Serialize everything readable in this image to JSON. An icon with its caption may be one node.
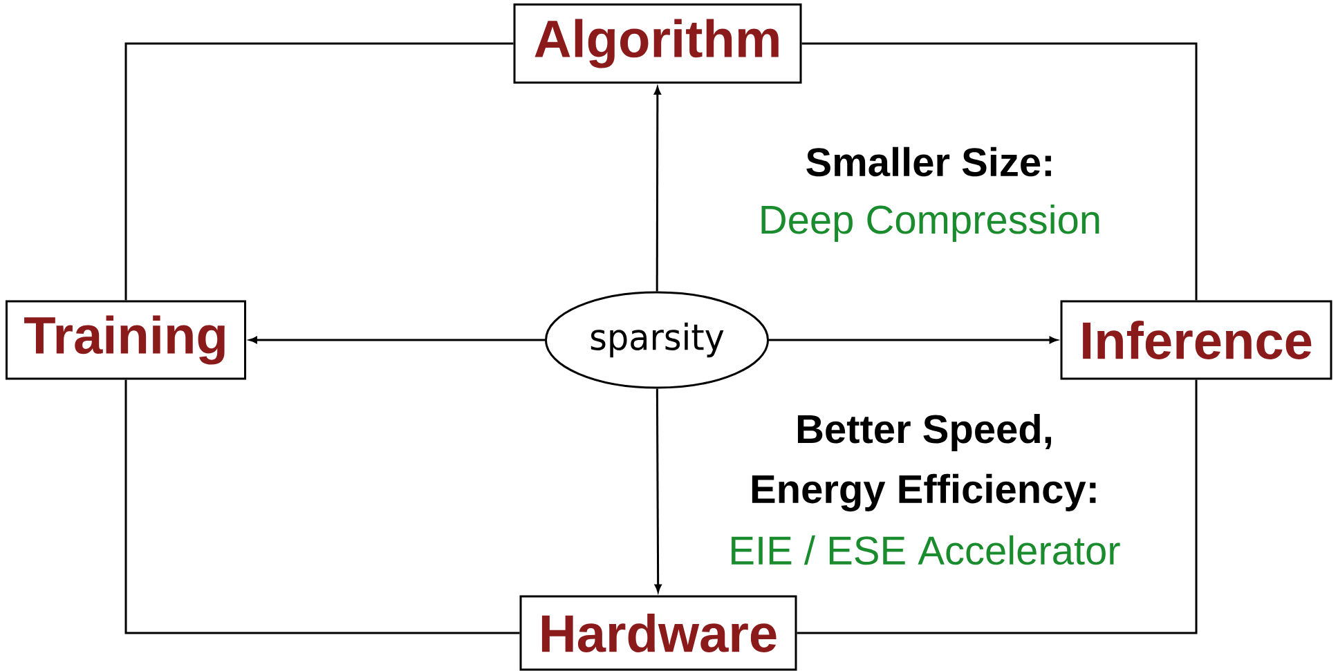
{
  "diagram": {
    "nodes": [
      {
        "text": [
          "Algorithm"
        ]
      },
      {
        "text": [
          "Training"
        ]
      },
      {
        "text": [
          "sparsity"
        ]
      },
      {
        "text": [
          "Inference"
        ]
      },
      {
        "text": [
          "Hardware"
        ]
      }
    ],
    "edges": [
      {
        "from": 2,
        "to": 0,
        "arrow": "to"
      },
      {
        "from": 2,
        "to": 1,
        "arrow": "to"
      },
      {
        "from": 2,
        "to": 3,
        "arrow": "to"
      },
      {
        "from": 2,
        "to": 4,
        "arrow": "to"
      },
      {
        "from": 0,
        "to": 1,
        "arrow": "none"
      },
      {
        "from": 0,
        "to": 3,
        "arrow": "none"
      },
      {
        "from": 1,
        "to": 4,
        "arrow": "none"
      },
      {
        "from": 3,
        "to": 4,
        "arrow": "none"
      }
    ],
    "labels": [
      "Smaller Size:",
      "Deep Compression",
      "Better Speed,",
      "Energy Efficiency:",
      "EIE / ESE Accelerator"
    ]
  }
}
